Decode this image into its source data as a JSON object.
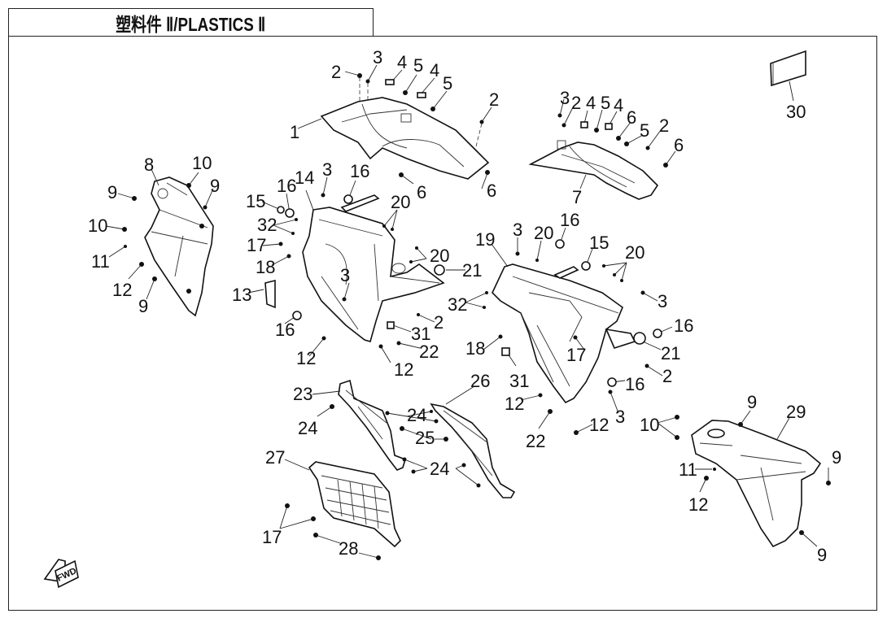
{
  "title": "塑料件 Ⅱ/PLASTICS Ⅱ",
  "fwd_label": "FWD",
  "callouts": [
    {
      "id": "c1",
      "text": "1"
    },
    {
      "id": "c2a",
      "text": "2"
    },
    {
      "id": "c3a",
      "text": "3"
    },
    {
      "id": "c4a",
      "text": "4"
    },
    {
      "id": "c5a",
      "text": "5"
    },
    {
      "id": "c4b",
      "text": "4"
    },
    {
      "id": "c5b",
      "text": "5"
    },
    {
      "id": "c2b",
      "text": "2"
    },
    {
      "id": "c6a",
      "text": "6"
    },
    {
      "id": "c6b",
      "text": "6"
    },
    {
      "id": "c3b",
      "text": "3"
    },
    {
      "id": "c2c",
      "text": "2"
    },
    {
      "id": "c4c",
      "text": "4"
    },
    {
      "id": "c5c",
      "text": "5"
    },
    {
      "id": "c4d",
      "text": "4"
    },
    {
      "id": "c6c",
      "text": "6"
    },
    {
      "id": "c5d",
      "text": "5"
    },
    {
      "id": "c2d",
      "text": "2"
    },
    {
      "id": "c6d",
      "text": "6"
    },
    {
      "id": "c7",
      "text": "7"
    },
    {
      "id": "c30",
      "text": "30"
    },
    {
      "id": "c8",
      "text": "8"
    },
    {
      "id": "c10a",
      "text": "10"
    },
    {
      "id": "c9a",
      "text": "9"
    },
    {
      "id": "c9b",
      "text": "9"
    },
    {
      "id": "c10b",
      "text": "10"
    },
    {
      "id": "c11a",
      "text": "11"
    },
    {
      "id": "c12a",
      "text": "12"
    },
    {
      "id": "c9c",
      "text": "9"
    },
    {
      "id": "c15a",
      "text": "15"
    },
    {
      "id": "c16a",
      "text": "16"
    },
    {
      "id": "c14",
      "text": "14"
    },
    {
      "id": "c3c",
      "text": "3"
    },
    {
      "id": "c16b",
      "text": "16"
    },
    {
      "id": "c32a",
      "text": "32"
    },
    {
      "id": "c17a",
      "text": "17"
    },
    {
      "id": "c18a",
      "text": "18"
    },
    {
      "id": "c13",
      "text": "13"
    },
    {
      "id": "c20a",
      "text": "20"
    },
    {
      "id": "c20b",
      "text": "20"
    },
    {
      "id": "c21a",
      "text": "21"
    },
    {
      "id": "c3d",
      "text": "3"
    },
    {
      "id": "c16c",
      "text": "16"
    },
    {
      "id": "c2e",
      "text": "2"
    },
    {
      "id": "c31a",
      "text": "31"
    },
    {
      "id": "c22a",
      "text": "22"
    },
    {
      "id": "c12b",
      "text": "12"
    },
    {
      "id": "c12c",
      "text": "12"
    },
    {
      "id": "c19",
      "text": "19"
    },
    {
      "id": "c3e",
      "text": "3"
    },
    {
      "id": "c20c",
      "text": "20"
    },
    {
      "id": "c16d",
      "text": "16"
    },
    {
      "id": "c15b",
      "text": "15"
    },
    {
      "id": "c20d",
      "text": "20"
    },
    {
      "id": "c32b",
      "text": "32"
    },
    {
      "id": "c3f",
      "text": "3"
    },
    {
      "id": "c16e",
      "text": "16"
    },
    {
      "id": "c21b",
      "text": "21"
    },
    {
      "id": "c18b",
      "text": "18"
    },
    {
      "id": "c17b",
      "text": "17"
    },
    {
      "id": "c2f",
      "text": "2"
    },
    {
      "id": "c31b",
      "text": "31"
    },
    {
      "id": "c16f",
      "text": "16"
    },
    {
      "id": "c12d",
      "text": "12"
    },
    {
      "id": "c3g",
      "text": "3"
    },
    {
      "id": "c12e",
      "text": "12"
    },
    {
      "id": "c22b",
      "text": "22"
    },
    {
      "id": "c23",
      "text": "23"
    },
    {
      "id": "c26",
      "text": "26"
    },
    {
      "id": "c24a",
      "text": "24"
    },
    {
      "id": "c24b",
      "text": "24"
    },
    {
      "id": "c25",
      "text": "25"
    },
    {
      "id": "c24c",
      "text": "24"
    },
    {
      "id": "c27",
      "text": "27"
    },
    {
      "id": "c17c",
      "text": "17"
    },
    {
      "id": "c28",
      "text": "28"
    },
    {
      "id": "c10c",
      "text": "10"
    },
    {
      "id": "c9d",
      "text": "9"
    },
    {
      "id": "c29",
      "text": "29"
    },
    {
      "id": "c11b",
      "text": "11"
    },
    {
      "id": "c12f",
      "text": "12"
    },
    {
      "id": "c9e",
      "text": "9"
    },
    {
      "id": "c9f",
      "text": "9"
    }
  ]
}
